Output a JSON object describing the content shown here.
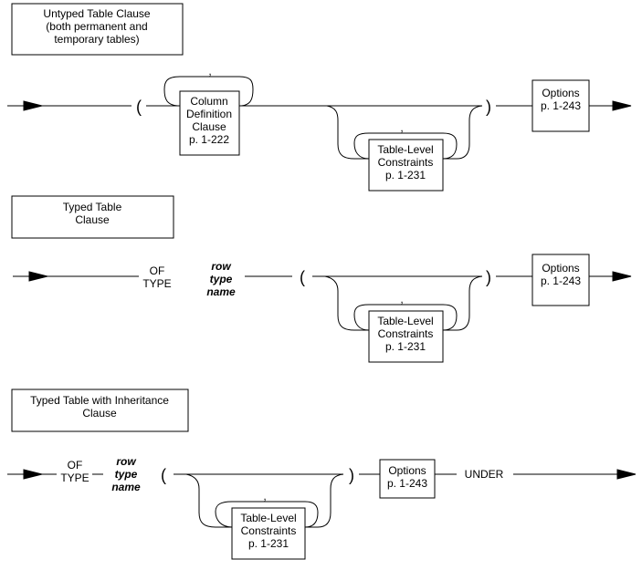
{
  "sections": [
    {
      "title_lines": [
        "Untyped Table Clause",
        "(both permanent and",
        "temporary tables)"
      ],
      "open_paren": "(",
      "close_paren": ")",
      "separator": ",",
      "column_box": [
        "Column",
        "Definition",
        "Clause",
        "p. 1-222"
      ],
      "constraints_box": [
        "Table-Level",
        "Constraints",
        "p. 1-231"
      ],
      "options_box": [
        "Options",
        "p. 1-243"
      ]
    },
    {
      "title_lines": [
        "Typed Table",
        "Clause"
      ],
      "of_type": [
        "OF",
        "TYPE"
      ],
      "row_type_name": [
        "row",
        "type",
        "name"
      ],
      "open_paren": "(",
      "close_paren": ")",
      "separator": ",",
      "constraints_box": [
        "Table-Level",
        "Constraints",
        "p. 1-231"
      ],
      "options_box": [
        "Options",
        "p. 1-243"
      ]
    },
    {
      "title_lines": [
        "Typed Table with Inheritance",
        "Clause"
      ],
      "of_type": [
        "OF",
        "TYPE"
      ],
      "row_type_name": [
        "row",
        "type",
        "name"
      ],
      "open_paren": "(",
      "close_paren": ")",
      "separator": ",",
      "constraints_box": [
        "Table-Level",
        "Constraints",
        "p. 1-231"
      ],
      "options_box": [
        "Options",
        "p. 1-243"
      ],
      "under_keyword": "UNDER"
    }
  ]
}
